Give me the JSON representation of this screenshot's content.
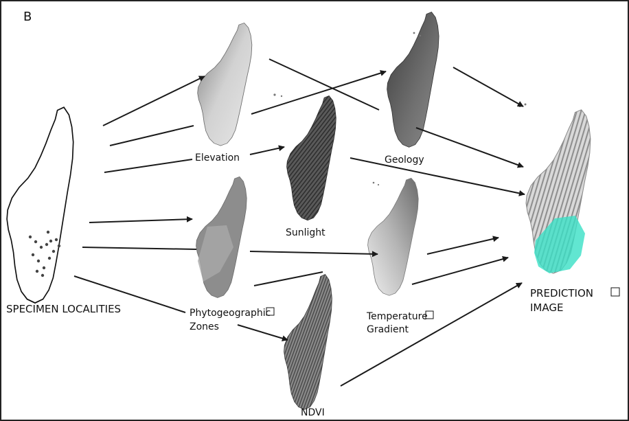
{
  "panel_letter": "B",
  "labels": {
    "specimen": "SPECIMEN LOCALITIES",
    "elevation": "Elevation",
    "sunlight": "Sunlight",
    "geology": "Geology",
    "phyto_line1": "Phytogeographic",
    "phyto_line2": "Zones",
    "temp_line1": "Temperature",
    "temp_line2": "Gradient",
    "ndvi": "NDVI",
    "prediction_line1": "PREDICTION",
    "prediction_line2": "IMAGE"
  },
  "colors": {
    "frame": "#222222",
    "arrow": "#1a1a1a",
    "prediction_highlight": "#39e0c6"
  }
}
